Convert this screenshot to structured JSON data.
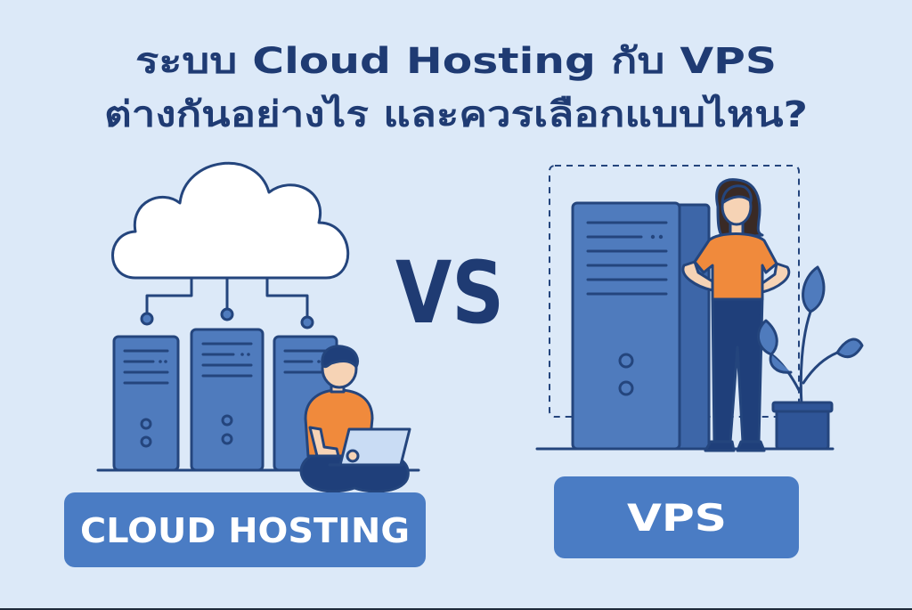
{
  "title": {
    "line1": "ระบบ Cloud Hosting กับ VPS",
    "line2": "ต่างกันอย่างไร และควรเลือกแบบไหน?"
  },
  "vs_label": "VS",
  "left_panel": {
    "label": "CLOUD HOSTING",
    "icons": [
      "cloud-icon",
      "server-icon",
      "person-with-laptop-icon"
    ]
  },
  "right_panel": {
    "label": "VPS",
    "icons": [
      "server-tower-icon",
      "standing-person-icon",
      "plant-icon"
    ]
  },
  "colors": {
    "background": "#dce9f8",
    "title": "#1f3b73",
    "badge": "#4a7cc4",
    "server": "#4f7bbd",
    "outline": "#24457d",
    "shirt": "#f08a3c",
    "pants": "#1f3f7a"
  }
}
